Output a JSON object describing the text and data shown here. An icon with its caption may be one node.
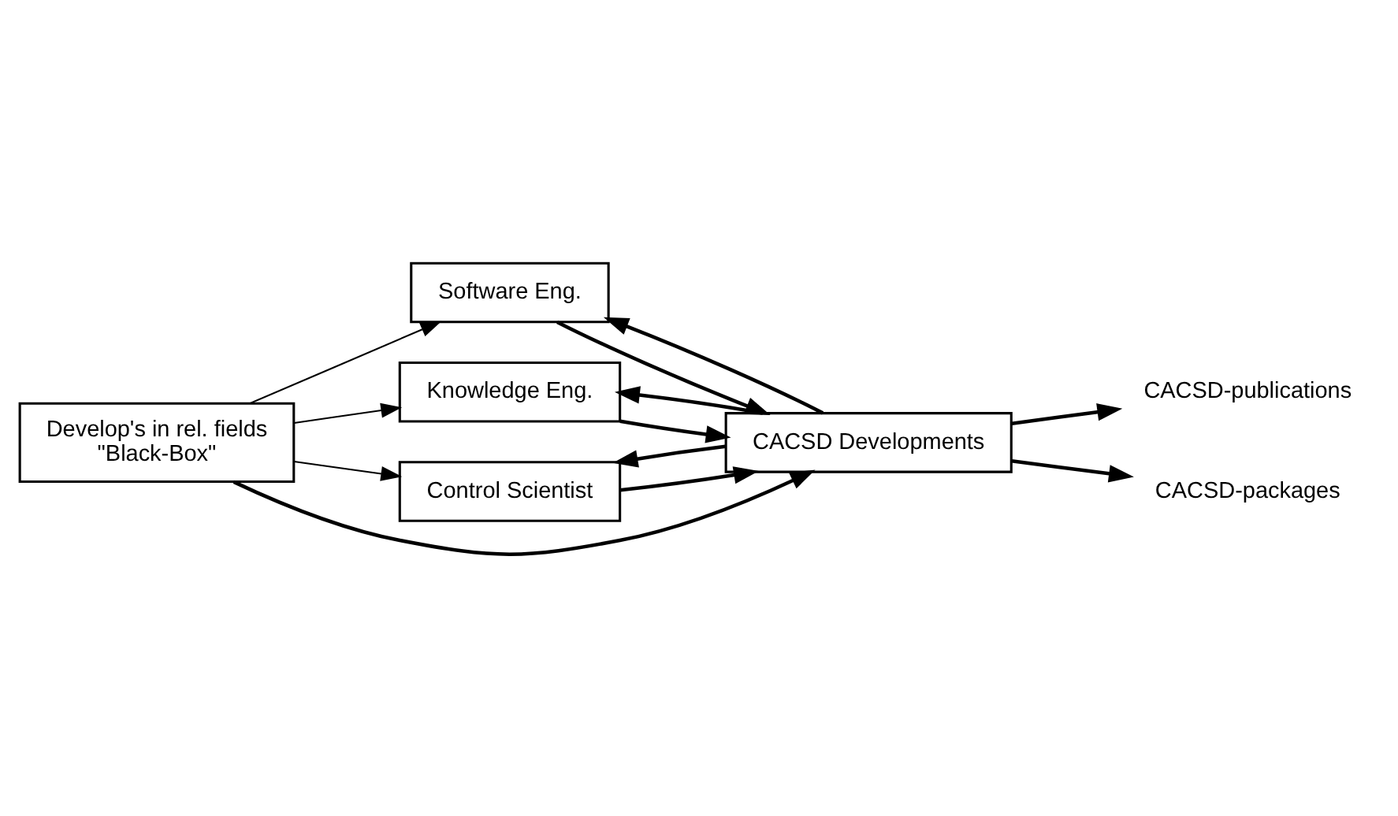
{
  "diagram": {
    "nodes": [
      {
        "text": [
          "Software Eng."
        ]
      },
      {
        "text": [
          "Knowledge Eng."
        ]
      },
      {
        "text": [
          "Control Scientist"
        ]
      },
      {
        "text": [
          "CACSD Developments"
        ]
      },
      {
        "text": [
          "Develop's in rel. fields",
          "\"Black-Box\""
        ]
      },
      {
        "text": [
          "CACSD-publications"
        ]
      },
      {
        "text": [
          "CACSD-packages"
        ]
      }
    ],
    "edges": [
      {
        "from": 4,
        "to": 0,
        "arrow": "to"
      },
      {
        "from": 4,
        "to": 1,
        "arrow": "to"
      },
      {
        "from": 4,
        "to": 2,
        "arrow": "to"
      },
      {
        "from": 0,
        "to": 3,
        "arrow": "to"
      },
      {
        "from": 1,
        "to": 3,
        "arrow": "to"
      },
      {
        "from": 2,
        "to": 3,
        "arrow": "to"
      },
      {
        "from": 3,
        "to": 0,
        "arrow": "to"
      },
      {
        "from": 3,
        "to": 1,
        "arrow": "to"
      },
      {
        "from": 3,
        "to": 2,
        "arrow": "to"
      },
      {
        "from": 4,
        "to": 3,
        "arrow": "to"
      },
      {
        "from": 3,
        "to": 5,
        "arrow": "to"
      },
      {
        "from": 3,
        "to": 6,
        "arrow": "to"
      }
    ]
  }
}
